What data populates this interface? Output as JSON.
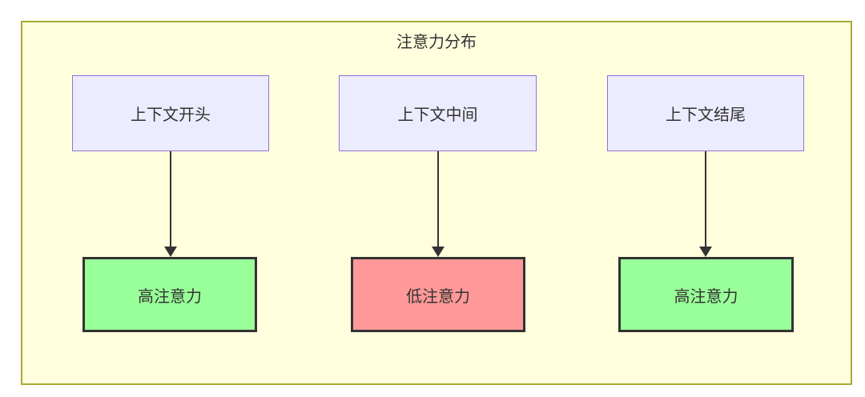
{
  "diagram": {
    "title": "注意力分布",
    "type": "flowchart-subgraph",
    "columns": [
      {
        "source": "上下文开头",
        "target": "高注意力",
        "level": "high"
      },
      {
        "source": "上下文中间",
        "target": "低注意力",
        "level": "low"
      },
      {
        "source": "上下文结尾",
        "target": "高注意力",
        "level": "high"
      }
    ],
    "edges": [
      {
        "from": "上下文开头",
        "to": "高注意力"
      },
      {
        "from": "上下文中间",
        "to": "低注意力"
      },
      {
        "from": "上下文结尾",
        "to": "高注意力"
      }
    ],
    "colors": {
      "page_background": "#FFFFFF",
      "subgraph_fill": "#FFFFDE",
      "subgraph_border": "#AAAA33",
      "source_node_fill": "#ECECFF",
      "source_node_border": "#9370DB",
      "high_attention_fill": "#99FF99",
      "low_attention_fill": "#FF9999",
      "target_node_border": "#333333",
      "arrow": "#333333",
      "text": "#333333"
    }
  }
}
